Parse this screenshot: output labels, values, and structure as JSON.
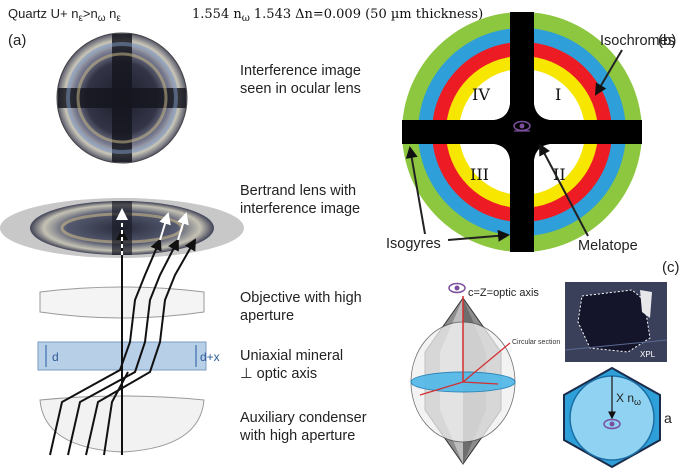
{
  "header": {
    "prefix": "Quartz U+ n",
    "sub_e": "ε",
    "gt": ">n",
    "sub_w": "ω",
    "n_label_e": " n",
    "n_e_value": "1.554 n",
    "n_w_value": "1.543",
    "delta": "Δn=0.009 (50 µm thickness)"
  },
  "panels": {
    "a": "(a)",
    "b": "(b)",
    "c": "(c)"
  },
  "panel_a": {
    "labels": [
      {
        "line1": "Interference image",
        "line2": "seen in ocular lens"
      },
      {
        "line1": "Bertrand lens with",
        "line2": "interference image"
      },
      {
        "line1": "Objective with high",
        "line2": "aperture"
      },
      {
        "line1": "Uniaxial mineral",
        "line2": "⊥ optic axis"
      },
      {
        "line1": "Auxiliary condenser",
        "line2": "with high aperture"
      }
    ],
    "thickness_d": "d",
    "thickness_dx": "d+x"
  },
  "panel_b": {
    "quadrants": [
      "IV",
      "I",
      "III",
      "II"
    ],
    "isochromes": "Isochromes",
    "isogyres": "Isogyres",
    "melatope": "Melatope",
    "ring_colors": [
      "#8dc63f",
      "#2e9fd8",
      "#ed1c24",
      "#f7e600",
      "#ffffff"
    ]
  },
  "panel_c": {
    "axis_label": "c=Z=optic axis",
    "circular_section": "Circular section",
    "xpl": "XPL",
    "x_label": "X n",
    "x_sub": "ω",
    "a_label": "a"
  }
}
